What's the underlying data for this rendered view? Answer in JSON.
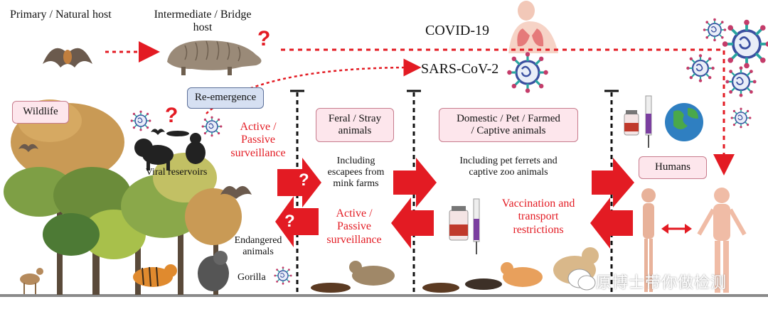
{
  "hosts": {
    "primary": "Primary / Natural host",
    "intermediate_line1": "Intermediate / Bridge",
    "intermediate_line2": "host"
  },
  "viruses": {
    "covid": "COVID-19",
    "sars": "SARS-CoV-2"
  },
  "boxes": {
    "reemergence": "Re-emergence",
    "wildlife": "Wildlife",
    "feral_line1": "Feral / Stray",
    "feral_line2": "animals",
    "domestic_line1": "Domestic / Pet / Farmed",
    "domestic_line2": "/ Captive animals",
    "humans": "Humans"
  },
  "texts": {
    "viral_reservoirs": "Viral reservoirs",
    "surveillance_top_1": "Active /",
    "surveillance_top_2": "Passive",
    "surveillance_top_3": "surveillance",
    "surveillance_bot_1": "Active /",
    "surveillance_bot_2": "Passive",
    "surveillance_bot_3": "surveillance",
    "escapees_1": "Including",
    "escapees_2": "escapees from",
    "escapees_3": "mink farms",
    "pets_1": "Including pet ferrets and",
    "pets_2": "captive zoo animals",
    "vacc_1": "Vaccination and",
    "vacc_2": "transport",
    "vacc_3": "restrictions",
    "endangered_1": "Endangered",
    "endangered_2": "animals",
    "gorilla": "Gorilla",
    "question": "?",
    "watermark": "原博士带你做检测"
  },
  "colors": {
    "accent_red": "#e31b23",
    "box_pink": "#fde6ec",
    "box_blue": "#d6e0f2",
    "virus_blue": "#3a4fa0",
    "virus_teal": "#2aa5a0"
  }
}
